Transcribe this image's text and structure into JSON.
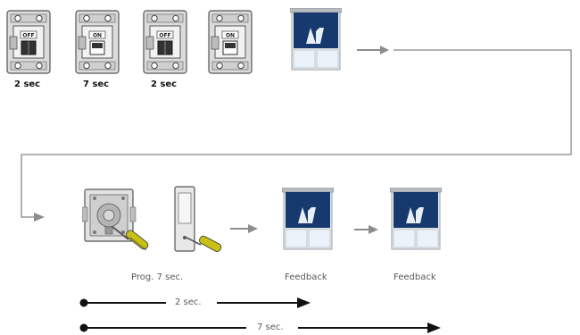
{
  "breakers": [
    {
      "state": "OFF",
      "duration": "2 sec"
    },
    {
      "state": "ON",
      "duration": "7 sec"
    },
    {
      "state": "OFF",
      "duration": "2 sec"
    },
    {
      "state": "ON"
    }
  ],
  "captions": {
    "prog": "Prog. 7 sec.",
    "feedback_1": "Feedback",
    "feedback_2": "Feedback"
  },
  "timelines": {
    "short": "2 sec.",
    "long": "7 sec."
  },
  "colors": {
    "blind": "#173a6e",
    "frame": "#c8ccd0",
    "arrow": "#8c8c8c",
    "connector": "#9a9a9a",
    "screwdriver_handle": "#c8c015"
  }
}
